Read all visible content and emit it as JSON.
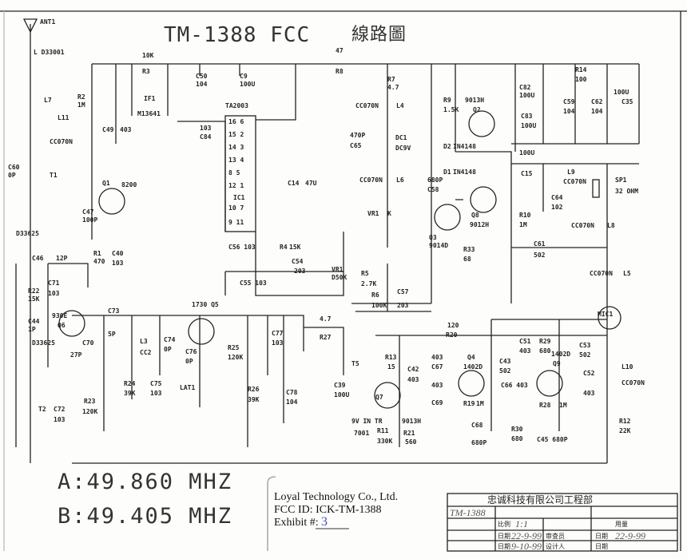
{
  "title": "TM-1388 FCC",
  "title_cn": "線路圖",
  "freq_a": "A:49.860 MHZ",
  "freq_b": "B:49.405 MHZ",
  "exhibit": {
    "company": "Loyal Technology Co., Ltd.",
    "fcc_id": "FCC ID:  ICK-TM-1388",
    "exhibit_label": "Exhibit #:",
    "exhibit_no": "3"
  },
  "title_block": {
    "company_cn": "忠诚科技有限公司工程部",
    "model": "TM-1388",
    "scale_label": "比例",
    "scale": "1:1",
    "sheet_label": "用量",
    "date_label": "日期",
    "drawn_date": "22-9-99",
    "checked_label": "审查员",
    "checked_date": "22-9-99",
    "approved_date": "9-10-99",
    "designer_label": "设计人",
    "date_label2": "日期"
  },
  "labels": [
    "ANT1",
    "L D33001",
    "L7",
    "L11",
    "CC070N",
    "C60",
    "0P",
    "T1",
    "R2",
    "1M",
    "C49",
    "403",
    "10K",
    "R3",
    "IF1",
    "M13641",
    "Q1",
    "8200",
    "C47",
    "100P",
    "D33625",
    "R1",
    "470",
    "C40",
    "103",
    "C50",
    "104",
    "C9",
    "100U",
    "TA2003",
    "103",
    "C84",
    "IC1",
    "470P",
    "C65",
    "C14",
    "47U",
    "C56 103",
    "R4",
    "15K",
    "C54",
    "203",
    "C55 103",
    "VR1",
    "D50K",
    "47",
    "R8",
    "R7",
    "4.7",
    "CC070N",
    "L4",
    "DC1",
    "DC9V",
    "CC070N",
    "L6",
    "VR1",
    "K",
    "R5",
    "2.7K",
    "R6",
    "100K",
    "C57",
    "203",
    "R9",
    "1.5K",
    "9013H",
    "Q2",
    "D2",
    "IN4148",
    "D1",
    "IN4148",
    "680P",
    "C58",
    "Q8",
    "9012H",
    "Q3",
    "9014D",
    "R33",
    "68",
    "C82",
    "100U",
    "C83",
    "100U",
    "R14",
    "100",
    "C59",
    "104",
    "C62",
    "104",
    "100U",
    "C35",
    "100U",
    "C15",
    "L9",
    "CC070N",
    "SP1",
    "32 OHM",
    "C64",
    "102",
    "R10",
    "1M",
    "CC070N",
    "L8",
    "C61",
    "502",
    "CC070N",
    "L5",
    "MIC1",
    "120",
    "R20",
    "R13",
    "15",
    "403",
    "C67",
    "Q4",
    "1402D",
    "C42",
    "403",
    "C43",
    "502",
    "C51",
    "403",
    "R29",
    "680",
    "1402D",
    "Q9",
    "C53",
    "502",
    "C52",
    "403",
    "L10",
    "CC070N",
    "403",
    "C69",
    "C66 403",
    "R19",
    "1M",
    "R28",
    "1M",
    "C68",
    "680P",
    "R30",
    "680",
    "C45 680P",
    "R12",
    "22K",
    "Q7",
    "9013H",
    "9V IN TR",
    "7001",
    "R11",
    "330K",
    "R21",
    "560",
    "T5",
    "4.7",
    "R27",
    "C39",
    "100U",
    "C77",
    "103",
    "C78",
    "104",
    "R26",
    "39K",
    "R25",
    "120K",
    "1730 Q5",
    "C76",
    "0P",
    "C74",
    "0P",
    "LAT1",
    "L3",
    "CC2",
    "R24",
    "39K",
    "C75",
    "103",
    "C73",
    "5P",
    "R23",
    "120K",
    "C72",
    "103",
    "T2",
    "D33625",
    "27P",
    "C70",
    "930E",
    "Q6",
    "C44",
    "1P",
    "R22",
    "15K",
    "C71",
    "103",
    "C46",
    "12P"
  ],
  "ic_pins": [
    "16  6",
    "15  2",
    "14  3",
    "13  4",
    "8  5",
    "12  1",
    "10  7",
    "9  11"
  ]
}
